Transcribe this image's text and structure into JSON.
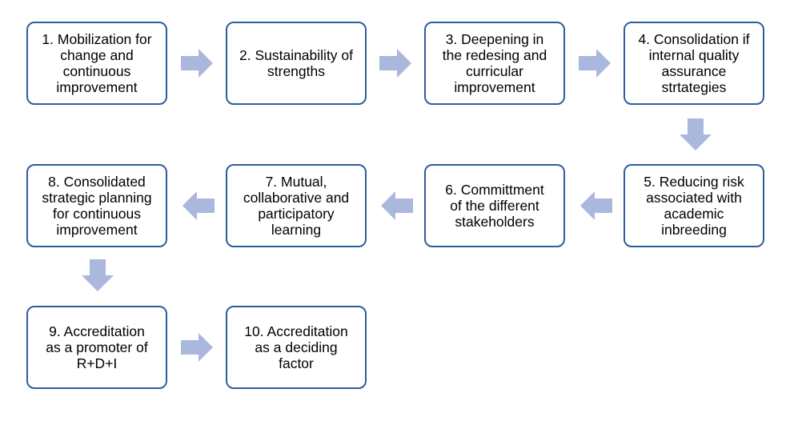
{
  "colors": {
    "box_border": "#2e5d9e",
    "arrow_fill": "#a9b8dc",
    "background": "#ffffff",
    "text": "#000000"
  },
  "steps": [
    {
      "label": "1. Mobilization for\nchange and\ncontinuous\nimprovement"
    },
    {
      "label": "2. Sustainability of\nstrengths"
    },
    {
      "label": "3. Deepening in\nthe redesing and\ncurricular\nimprovement"
    },
    {
      "label": "4. Consolidation if\ninternal quality\nassurance\nstrtategies"
    },
    {
      "label": "5. Reducing risk\nassociated with\nacademic\ninbreeding"
    },
    {
      "label": "6. Committment\nof the different\nstakeholders"
    },
    {
      "label": "7. Mutual,\ncollaborative and\nparticipatory\nlearning"
    },
    {
      "label": "8. Consolidated\nstrategic planning\nfor continuous\nimprovement"
    },
    {
      "label": "9. Accreditation\nas a promoter of\nR+D+I"
    },
    {
      "label": "10. Accreditation\nas a deciding\nfactor"
    }
  ],
  "arrows": [
    {
      "icon": "arrow-right-icon"
    },
    {
      "icon": "arrow-right-icon"
    },
    {
      "icon": "arrow-right-icon"
    },
    {
      "icon": "arrow-down-icon"
    },
    {
      "icon": "arrow-left-icon"
    },
    {
      "icon": "arrow-left-icon"
    },
    {
      "icon": "arrow-left-icon"
    },
    {
      "icon": "arrow-down-icon"
    },
    {
      "icon": "arrow-right-icon"
    }
  ]
}
